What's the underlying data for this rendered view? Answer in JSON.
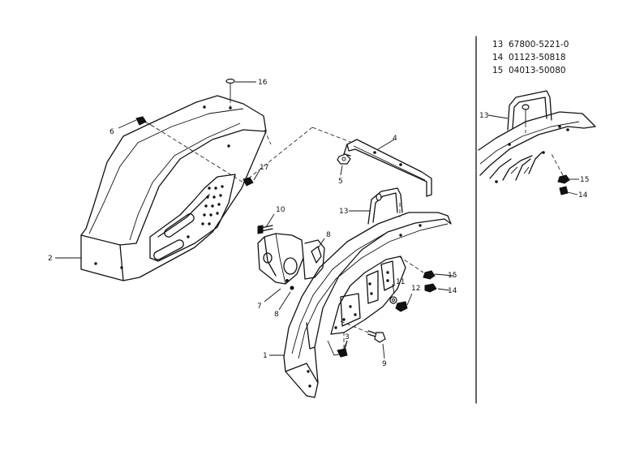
{
  "callouts": {
    "c1": "1",
    "c2": "2",
    "c3": "3",
    "c4": "4",
    "c5": "5",
    "c6": "6",
    "c7": "7",
    "c8a": "8",
    "c8b": "8",
    "c9": "9",
    "c10": "10",
    "c11": "11",
    "c12": "12",
    "c13a": "13",
    "c13b": "13",
    "c14a": "14",
    "c14b": "14",
    "c15a": "15",
    "c15b": "15",
    "c16": "16",
    "c17": "17"
  },
  "parts_list": [
    {
      "num": "13",
      "part": "67800-5221-0"
    },
    {
      "num": "14",
      "part": "01123-50818"
    },
    {
      "num": "15",
      "part": "04013-50080"
    }
  ]
}
